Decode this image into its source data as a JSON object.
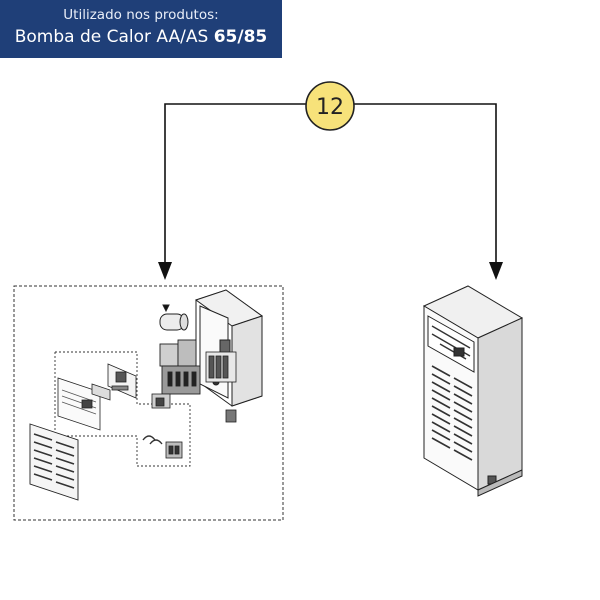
{
  "banner": {
    "line1": "Utilizado nos produtos:",
    "line2_prefix": "Bomba de Calor AA/AS ",
    "line2_bold": "65/85"
  },
  "callout": {
    "number": "12",
    "color": "#f7e27a"
  },
  "colors": {
    "banner": "#1f3f78",
    "line": "#111111"
  },
  "items": [
    {
      "name": "electrical-panel-exploded-view"
    },
    {
      "name": "electrical-panel-assembled"
    }
  ]
}
